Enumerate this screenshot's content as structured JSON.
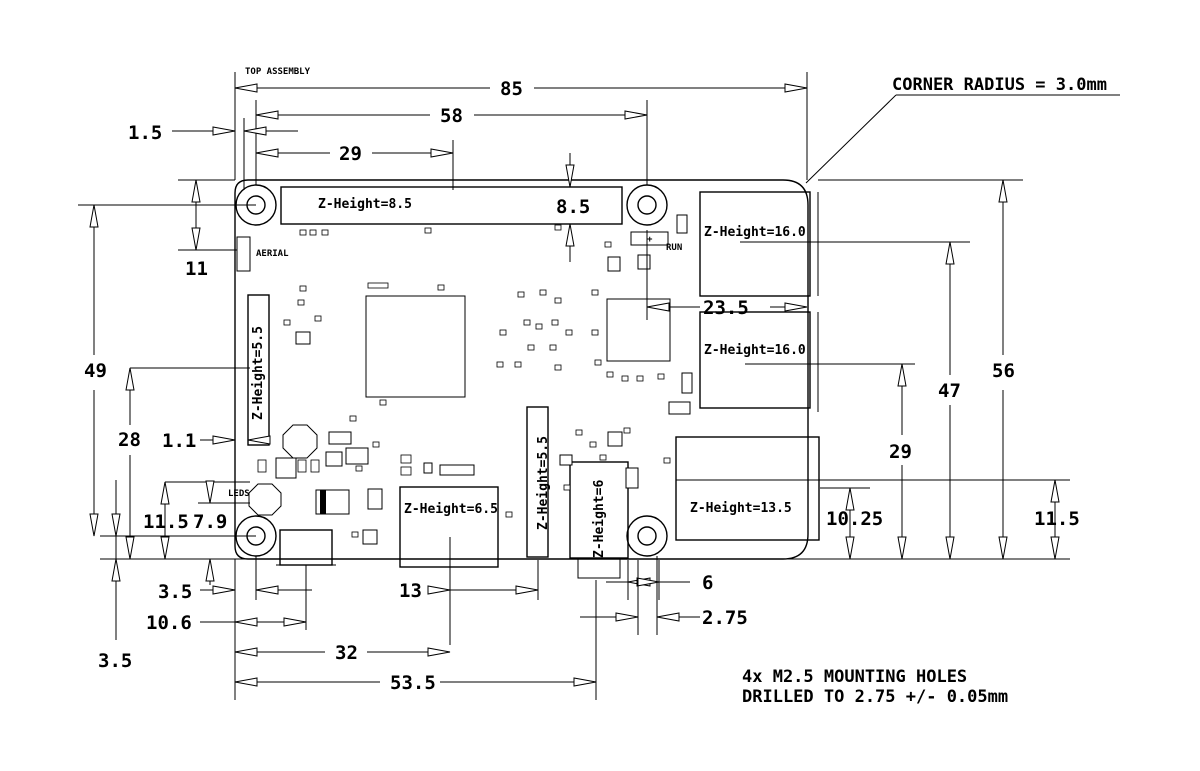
{
  "labels": {
    "top_assembly": "TOP ASSEMBLY",
    "aerial": "AERIAL",
    "leds": "LEDS",
    "run": "RUN"
  },
  "zones": {
    "gpio": "Z-Height=8.5",
    "usb1": "Z-Height=16.0",
    "usb2": "Z-Height=16.0",
    "eth": "Z-Height=13.5",
    "display": "Z-Height=5.5",
    "camera": "Z-Height=5.5",
    "hdmi": "Z-Height=6.5",
    "audio": "Z-Height=6"
  },
  "dims": {
    "width": "85",
    "hole_spacing": "58",
    "gpio_center": "29",
    "hole_edge_top": "1.5",
    "gpio_height": "8.5",
    "aerial_11": "11",
    "height_49": "49",
    "height_28": "28",
    "d_1_1": "1.1",
    "d_11_5_left": "11.5",
    "d_7_9": "7.9",
    "d_3_5_a": "3.5",
    "d_10_6": "10.6",
    "d_3_5_b": "3.5",
    "d_13": "13",
    "d_32": "32",
    "d_53_5": "53.5",
    "d_6": "6",
    "d_2_75": "2.75",
    "d_23_5": "23.5",
    "d_29_right": "29",
    "d_47": "47",
    "d_56": "56",
    "d_10_25": "10.25",
    "d_11_5_right": "11.5"
  },
  "notes": {
    "corner": "CORNER RADIUS = 3.0mm",
    "holes_line1": "4x M2.5 MOUNTING HOLES",
    "holes_line2": "DRILLED TO 2.75 +/- 0.05mm"
  }
}
